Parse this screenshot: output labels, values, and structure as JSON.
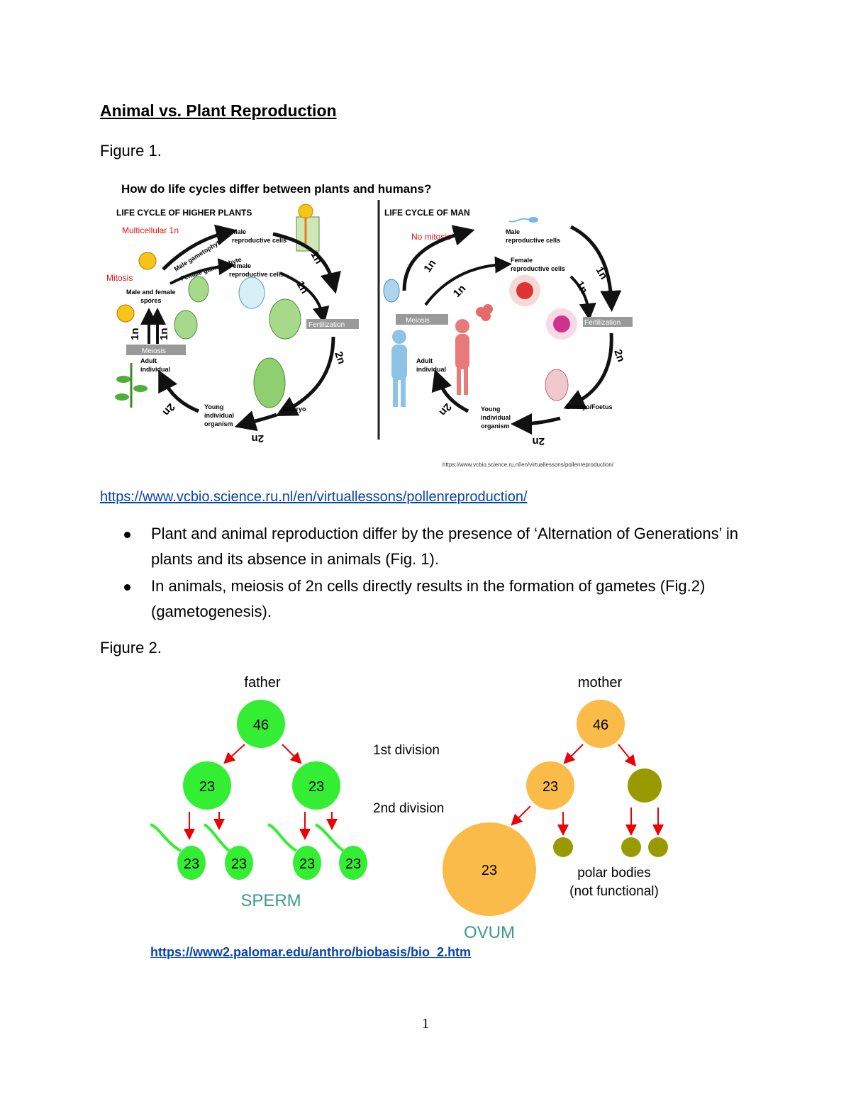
{
  "title": "Animal vs. Plant Reproduction",
  "figure1": {
    "label": "Figure 1.",
    "heading": "How do life cycles differ between plants and humans?",
    "plants": {
      "title": "LIFE CYCLE OF HIGHER PLANTS",
      "multicellular": "Multicellular 1n",
      "mitosis": "Mitosis",
      "male_gametophyte": "Male gametophyte",
      "female_gametophyte": "Female gametophyte",
      "male_cells": [
        "Male",
        "reproductive cells"
      ],
      "female_cells": [
        "Female",
        "reproductive cells"
      ],
      "spores": [
        "Male and female",
        "spores"
      ],
      "meiosis": "Meiosis",
      "fertilization": "Fertilization",
      "adult": [
        "Adult",
        "individual"
      ],
      "young": [
        "Young",
        "individual",
        "organism"
      ],
      "embryo": "Embryo",
      "ploidy_1n": "1n",
      "ploidy_2n": "2n"
    },
    "man": {
      "title": "LIFE CYCLE OF MAN",
      "no_mitosis": "No mitosis",
      "male_cells": [
        "Male",
        "reproductive cells"
      ],
      "female_cells": [
        "Female",
        "reproductive cells"
      ],
      "meiosis": "Meiosis",
      "fertilization": "Fertilization",
      "adult": [
        "Adult",
        "individual"
      ],
      "young": [
        "Young",
        "individual",
        "organism"
      ],
      "embryo": "Embryo/Foetus",
      "ploidy_1n": "1n",
      "ploidy_2n": "2n"
    },
    "source_small": "https://www.vcbio.science.ru.nl/en/virtuallessons/pollenreproduction/"
  },
  "link1": "https://www.vcbio.science.ru.nl/en/virtuallessons/pollenreproduction/",
  "bullets": [
    "Plant and animal reproduction differ by the presence of ‘Alternation of Generations’ in plants and its absence in animals (Fig. 1).",
    "In animals, meiosis of 2n cells directly results in the formation of gametes (Fig.2) (gametogenesis)."
  ],
  "figure2": {
    "label": "Figure 2.",
    "father": "father",
    "mother": "mother",
    "first_division": "1st division",
    "second_division": "2nd division",
    "n46": "46",
    "n23": "23",
    "sperm": "SPERM",
    "ovum": "OVUM",
    "polar_bodies": "polar bodies",
    "not_functional": "(not functional)",
    "colors": {
      "sperm": "#33ee33",
      "egg": "#fbbb48",
      "polar": "#999900",
      "arrow": "#ee0000",
      "sperm_label": "#3a9a8c"
    }
  },
  "link2": "https://www2.palomar.edu/anthro/biobasis/bio_2.htm",
  "page_number": "1"
}
